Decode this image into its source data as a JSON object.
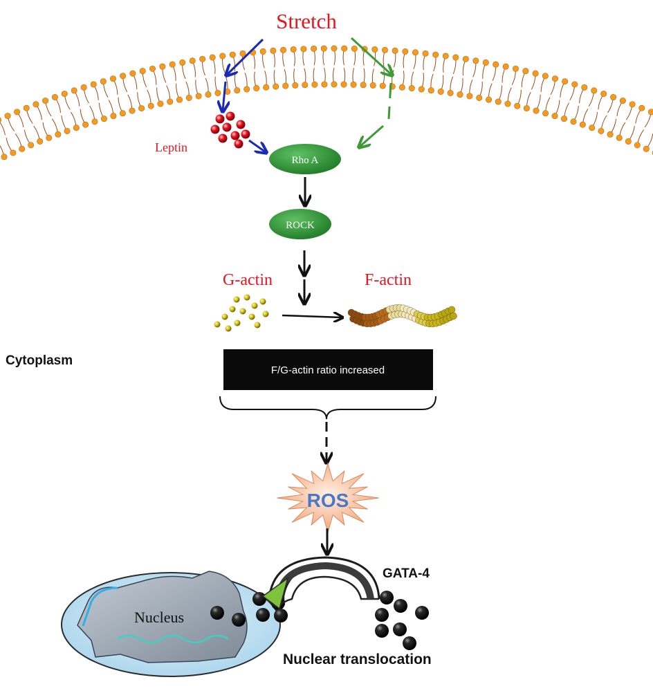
{
  "labels": {
    "stretch": "Stretch",
    "leptin": "Leptin",
    "rho_a": "Rho A",
    "rock": "ROCK",
    "g_actin": "G-actin",
    "f_actin": "F-actin",
    "cytoplasm": "Cytoplasm",
    "ratio_box": "F/G-actin ratio increased",
    "ros": "ROS",
    "gata4": "GATA-4",
    "nucleus": "Nucleus",
    "nuclear_translocation": "Nuclear translocation"
  },
  "colors": {
    "stretch_text": "#e8141e",
    "label_red": "#e8141e",
    "blue_arrow": "#1a2ab8",
    "green_arrow": "#3d9a37",
    "membrane_head": "#f39a1f",
    "membrane_tail": "#9a4a17",
    "enzyme_green": "#2f9a35",
    "ros_text": "#4a78c4",
    "ros_star": "#f5b994",
    "ratio_box": "#0a0a0a",
    "nucleus_cell": "#bfe0f2",
    "nucleus_body": "#9aa7b4",
    "gata_ball": "#111111",
    "gactin_ball": "#d2c318"
  }
}
